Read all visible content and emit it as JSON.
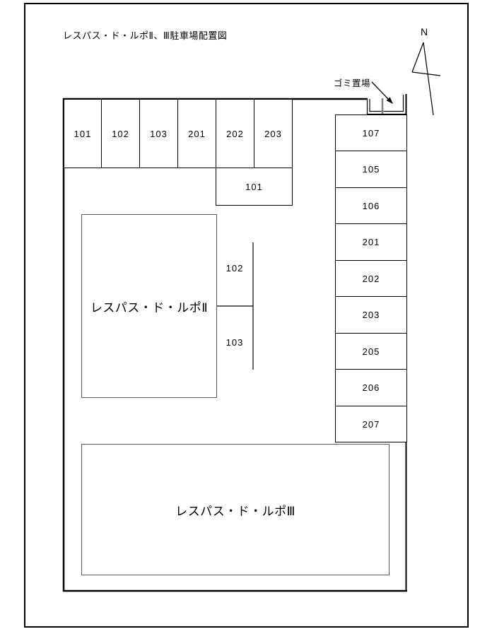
{
  "title": "レスパス・ド・ルポⅡ、Ⅲ駐車場配置図",
  "compass": {
    "label": "N"
  },
  "garbage": {
    "label": "ゴミ置場"
  },
  "top_row": {
    "spaces": [
      "101",
      "102",
      "103",
      "201",
      "202",
      "203"
    ],
    "extra_space": "101"
  },
  "right_column": {
    "spaces": [
      "107",
      "105",
      "106",
      "201",
      "202",
      "203",
      "205",
      "206",
      "207"
    ]
  },
  "middle_spaces": [
    "102",
    "103"
  ],
  "buildings": [
    {
      "name": "レスパス・ド・ルポⅡ"
    },
    {
      "name": "レスパス・ド・ルポⅢ"
    }
  ],
  "colors": {
    "line": "#000000",
    "building_border": "#5a5a5a",
    "garbage_tick": "#808080",
    "background": "#ffffff"
  }
}
